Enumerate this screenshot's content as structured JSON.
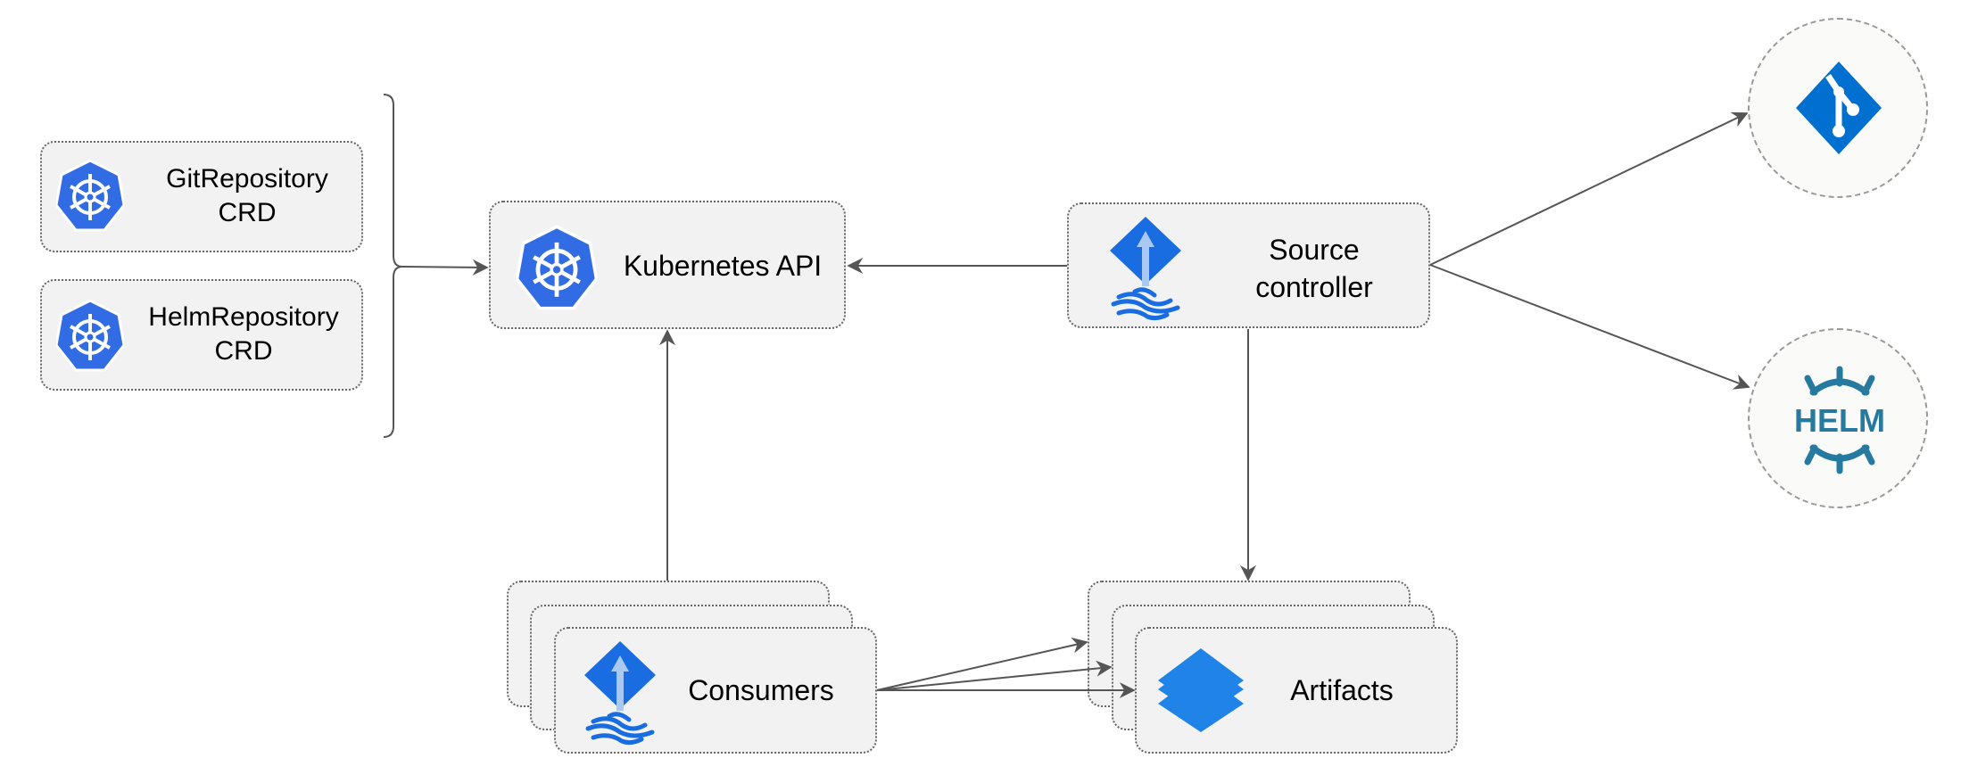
{
  "nodes": {
    "git_crd": {
      "line1": "GitRepository",
      "line2": "CRD"
    },
    "helm_crd": {
      "line1": "HelmRepository",
      "line2": "CRD"
    },
    "k8s_api": {
      "label": "Kubernetes API"
    },
    "source_controller": {
      "line1": "Source",
      "line2": "controller"
    },
    "consumers": {
      "label": "Consumers"
    },
    "artifacts": {
      "label": "Artifacts"
    },
    "git_logo": {
      "icon": "git-icon"
    },
    "helm_logo": {
      "text": "HELM",
      "icon": "helm-icon"
    }
  },
  "colors": {
    "k8s_blue": "#326ce5",
    "flux_blue": "#1a6de0",
    "git_blue": "#0070d0",
    "helm_teal": "#277a9f",
    "edge": "#555555",
    "box_fill": "#f2f2f2"
  }
}
